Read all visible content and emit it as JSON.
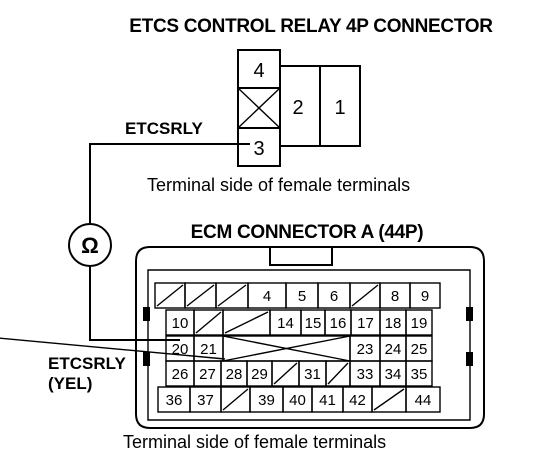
{
  "relay": {
    "title": "ETCS CONTROL RELAY 4P CONNECTOR",
    "pins": {
      "p4": "4",
      "p2": "2",
      "p1": "1",
      "p3": "3"
    },
    "caption": "Terminal side of female terminals"
  },
  "wire_label": "ETCSRLY",
  "meter": {
    "symbol": "Ω"
  },
  "ecm": {
    "title": "ECM CONNECTOR A (44P)",
    "caption": "Terminal side of female terminals",
    "wire_label_line1": "ETCSRLY",
    "wire_label_line2": "(YEL)",
    "rows": [
      [
        "/",
        "/",
        "/",
        "4",
        "5",
        "6",
        "/",
        "8",
        "9"
      ],
      [
        "10",
        "/",
        "/",
        "14",
        "15",
        "16",
        "17",
        "18",
        "19"
      ],
      [
        "20",
        "21",
        "/",
        "",
        "",
        "",
        "23",
        "24",
        "25"
      ],
      [
        "26",
        "27",
        "28",
        "29",
        "/",
        "31",
        "/",
        "33",
        "34",
        "35"
      ],
      [
        "36",
        "37",
        "/",
        "39",
        "40",
        "41",
        "42",
        "/",
        "44"
      ]
    ]
  }
}
